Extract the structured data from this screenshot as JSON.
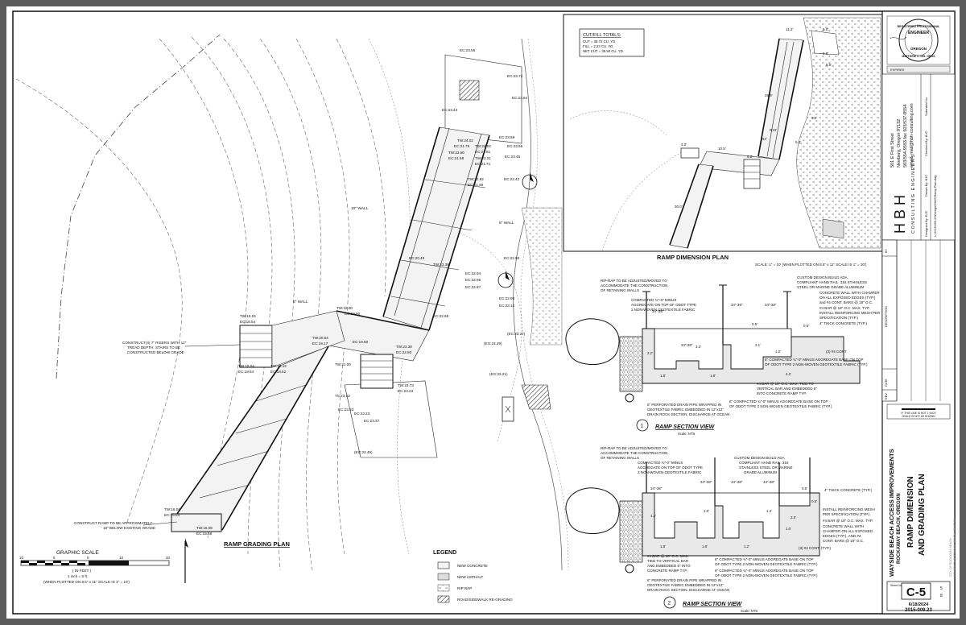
{
  "plan": {
    "title": "RAMP GRADING PLAN",
    "wall_labels": [
      "10\" WALL",
      "6\" WALL",
      "6\" WALL"
    ],
    "notes": {
      "stairs_l1": "CONSTRUCT(4) 7\" RISERS WITH 12\"",
      "stairs_l2": "TREAD DEPTH. STAIRS TO BE",
      "stairs_l3": "CONSTRUCTED BELOW GRADE",
      "ramp_l1": "CONSTRUCT RAMP TO BE APPROXIMATELY",
      "ramp_l2": "18\" BELOW EXISTING GRADE"
    },
    "elevations": {
      "e1": "EC:23.55",
      "e2": "EC:23.72",
      "e3": "EC:23.64",
      "e4": "EC:23.43",
      "e5": "EC:23.59",
      "e6": "EC:23.56",
      "e7": "EC:23.46",
      "e8": "TW:24.02",
      "e9": "EC:21.75",
      "e10": "TW:23.50",
      "e11": "EC:21.68",
      "e12": "TW:24.04",
      "e13": "EC:21.81",
      "e14": "TW:23.21",
      "e15": "EC:21.71",
      "e16": "TW:22.92",
      "e17": "EC:21.48",
      "e18": "EC:23.42",
      "e19": "EC:20.49",
      "e20": "TW:23.38",
      "e21": "EC:22.90",
      "e22": "EC:22.94",
      "e23": "EC:22.85",
      "e24": "EC:22.87",
      "e25": "EC:22.96",
      "e26": "EC:23.12",
      "e27": "EC:22.95",
      "e28": "(EC:23.27)",
      "e29": "TW:22.00",
      "e30": "EC:19.60",
      "e31": "TW:19.04",
      "e32": "EC:18.54",
      "e33": "TW:20.54",
      "e34": "EC:19.17",
      "e35": "EC:19.50",
      "e36": "TW:19.04",
      "e37": "EC:18.54",
      "e38": "TW:19.12",
      "e39": "EC:18.62",
      "e40": "TW:21.00",
      "e41": "TW:23.30",
      "e42": "EC:22.80",
      "e43": "TW:23.73",
      "e44": "EC:23.23",
      "e45": "TS:23.23",
      "e46": "EC:23.33",
      "e47": "EC:23.23",
      "e48": "EC:23.37",
      "e49": "(EG:23.49)",
      "e50": "(EG:23.29)",
      "e51": "(EG:23.21)",
      "e52": "TW:16.04",
      "e53": "EC:15.54",
      "e54": "TW:16.08",
      "e55": "EC:15.58"
    }
  },
  "scale": {
    "title": "GRAPHIC SCALE",
    "ticks": [
      "10",
      "5",
      "0",
      "10",
      "20"
    ],
    "units": "( IN FEET )",
    "ratio": "1 inch = 5 ft.",
    "note": "(WHEN PLOTTED ON 8.5\" x 11\" SCALE IS 1\" = 10')"
  },
  "legend": {
    "title": "LEGEND",
    "items": [
      "NEW CONCRETE",
      "NEW ASPHALT",
      "RIP RAP",
      "ROAD/SIDEWALK RE-GRADING"
    ]
  },
  "cutfill": {
    "title": "CUT/FILL TOTALS:",
    "cut": "CUT = 38.72 CU. YD.",
    "fill": "FILL = 2.23 CU. YD.",
    "net": "NET CUT = 36.50 CU. YD."
  },
  "dimplan": {
    "title": "RAMP DIMENSION PLAN",
    "scale_note": "SCALE: 1\" = 10' (WHEN PLOTTED ON 8.5\" x 11\" SCALE IS 1\" = 30')",
    "dims": [
      "11.2'",
      "6.0'",
      "5.0'",
      "5.6'",
      "29.9'",
      "5.0'",
      "R10'",
      "R4'",
      "5.0'",
      "4.0'",
      "10.5'",
      "6.0'",
      "30.0'"
    ]
  },
  "section1": {
    "title": "RAMP SECTION VIEW",
    "scale": "Scale: NTS",
    "number": "1",
    "callouts": [
      "RIP-RAP TO BE ADJUSTED/MOVED TO",
      "ACCOMMODATE THE CONSTRUCTION",
      "OF RETAINING WALLS",
      "COMPACTED ¾\"-0\" MINUS",
      "AGGREGATE ON TOP OF ODOT TYPE",
      "2 NON-WOVEN GEOTEXTILE FABRIC",
      "CUSTOM DESIGN BUILD ADA",
      "COMPLIANT HAND RAIL. 316 STAINLESS",
      "STEEL OR MARINE GRADE ALUMINUM",
      "CONCRETE WALL WITH CHAMFER",
      "ON ALL EXPOSED EDGES (TYP.)",
      "and #4 CONT. BARS @ 18\" O.C.",
      "#4 BAR @ 18\" O.C. MAX. TYP.",
      "INSTALL REINFORCING MESH PER",
      "SPECIFICATION (TYP.)",
      "4\" THICK CONCRETE (TYP.)",
      "(3) #4 CONT.",
      "6\" COMPACTED ¾\"-0\" MINUS AGGREGATE BASE ON TOP",
      "OF ODOT TYPE 2 NON-WOVEN GEOTEXTILE FABRIC (TYP.)",
      "#4 BAR @ 18\" O.C. MAX. TIED TO",
      "VERTICAL BAR AND EMBEDDED 6\"",
      "INTO CONCRETE RAMP TYP.",
      "6\" COMPACTED ¾\"-0\" MINUS AGGREGATE BASE ON TOP",
      "OF ODOT TYPE 2 NON-WOVEN GEOTEXTILE FABRIC (TYP.)",
      "6\" PERFORATED DRAIN PIPE WRAPPED IN",
      "GEOTEXTILE FABRIC EMBEDDED IN 12\"x12\"",
      "DRAIN ROCK SECTION. DISCHARGE AT OCEAN"
    ],
    "dims": [
      "34\"-38\"",
      "34\"-38\"",
      "34\"-38\"",
      "34\"-38\"",
      "2.2'",
      "3.3'",
      "1.8'",
      "1.8'",
      "2.1'",
      "0.5'",
      "1.0'",
      "0.5'",
      "4.2'"
    ]
  },
  "section2": {
    "title": "RAMP SECTION VIEW",
    "scale": "Scale: NTS",
    "number": "2",
    "callouts": [
      "RIP-RAP TO BE ADJUSTED/MOVED TO",
      "ACCOMMODATE THE CONSTRUCTION",
      "OF RETAINING WALLS",
      "COMPACTED ¾\"-0\" MINUS",
      "AGGREGATE ON TOP OF ODOT TYPE",
      "2 NON-WOVEN GEOTEXTILE FABRIC",
      "CUSTOM DESIGN BUILD ADA",
      "COMPLIANT HAND RAIL. 316",
      "STAINLESS STEEL OR MARINE",
      "GRADE ALUMINUM",
      "4\" THICK CONCRETE (TYP.)",
      "INSTALL REINFORCING MESH",
      "PER SPECIFICATION (TYP.)",
      "#4 BAR @ 18\" O.C. MAX. TYP.",
      "CONCRETE WALL WITH",
      "CHAMFER ON ALL EXPOSED",
      "EDGES (TYP.), AND #4",
      "CONT. BARS @ 18\" O.C.",
      "(3) #4 CONT. (TYP.)",
      "#4 BAR @ 18\" O.C. MAX.",
      "TIED TO VERTICAL BAR",
      "AND EMBEDDED 6\" INTO",
      "CONCRETE RAMP TYP.",
      "6\" COMPACTED ¾\"-0\" MINUS AGGREGATE BASE ON TOP",
      "OF ODOT TYPE 2 NON-WOVEN GEOTEXTILE FABRIC (TYP.)",
      "6\" COMPACTED ¾\"-0\" MINUS AGGREGATE BASE ON TOP",
      "OF ODOT TYPE 2 NON-WOVEN GEOTEXTILE FABRIC (TYP.)",
      "6\" PERFORATED DRAIN PIPE WRAPPED IN",
      "GEOTEXTILE FABRIC EMBEDDED IN 12\"x12\"",
      "DRAIN ROCK SECTION. DISCHARGE AT OCEAN"
    ],
    "dims": [
      "34\"-38\"",
      "34\"-38\"",
      "34\"-38\"",
      "34\"-38\"",
      "1.2'",
      "1.0'",
      "1.4'",
      "0.5'",
      "1.8'",
      "1.8'",
      "1.2'",
      "2.5'",
      "1.0'",
      "0.5'"
    ]
  },
  "titleblock": {
    "stamp_l1": "REGISTERED PROFESSIONAL",
    "stamp_l2": "ENGINEER",
    "stamp_l3": "OREGON",
    "stamp_l4": "MATTHEW C. DEL GROS",
    "expires": "EXPIRES",
    "firm_letters": "H  B  H",
    "firm_line": "CONSULTING  ENGINEERS",
    "address": "501 E First Street",
    "city": "Newberg, Oregon 97132",
    "phone": "503/554-9553   fax 503/537-9554",
    "email": "email: mail@hbh-consulting.com",
    "designed_by": "Designed By:  BJC",
    "drawn_by": "Drawn By:  BJC",
    "checked_by": "Checked By:  BJC",
    "submittal": "Submittal No.",
    "filepath": "L:\\2015\\009.23\\Design\\DWG\\Ramp Plan.dwg",
    "rev_col": "REV.",
    "date_col": "DATE",
    "desc_col": "DESCRIPTION",
    "by_col": "BY",
    "scale_warn_l1": "IF THIS LINE IS NOT 1 INCH",
    "scale_warn_l2": "SCALE IS NOT AS SHOWN",
    "project": "WAYSIDE BEACH ACCESS IMPROVEMENTS",
    "location": "ROCKAWAY BEACH, OREGON",
    "sheet_title_l1": "RAMP DIMENSION",
    "sheet_title_l2": "AND GRADING PLAN",
    "client_l1": "CITY OF ROCKAWAY BEACH",
    "client_l2": "P.O. BOX 5 • ROCKAWAY BEACH, OR 97136",
    "sheet_label": "Sheet No.",
    "sheet_no": "C-5",
    "sheet_of_a": "5",
    "sheet_of_b": "8",
    "date": "6/18/2024",
    "job_no": "2015-009.23"
  }
}
